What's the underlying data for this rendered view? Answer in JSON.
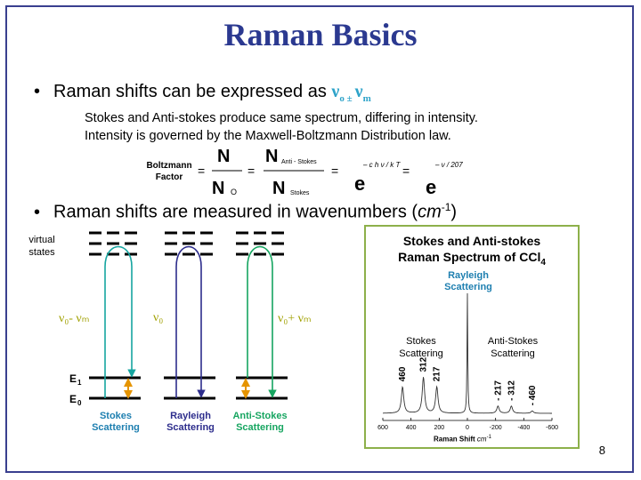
{
  "title": "Raman Basics",
  "bullet1": {
    "text": "Raman shifts can be expressed as ",
    "nu_o": "ν",
    "sub_o": "o ±",
    "nu_m": "ν",
    "sub_m": "m"
  },
  "sub_line1": "Stokes and Anti-stokes produce same spectrum, differing in intensity.",
  "sub_line2": "Intensity is governed by the Maxwell-Boltzmann Distribution law.",
  "equation": {
    "factor_line1": "Boltzmann",
    "factor_line2": "Factor",
    "n_top": "N",
    "n_bottom": "N",
    "n_bottom_sub": "O",
    "n2_top": "N",
    "n2_top_sub": "Anti - Stokes",
    "n2_bottom": "N",
    "n2_bottom_sub": "Stokes",
    "e1": "e",
    "e1_exp": "– c h ν / k T",
    "e2": "e",
    "e2_exp": "– ν / 207",
    "eq": "="
  },
  "bullet2": {
    "text": "Raman shifts are measured in wavenumbers (",
    "unit": "cm",
    "unit_exp": "-1",
    "close": ")"
  },
  "diagram": {
    "virtual_states": "virtual states",
    "e1": "E",
    "e1_sub": "1",
    "e0": "E",
    "e0_sub": "0",
    "label_stokes": "ν₀- νₘ",
    "label_rayleigh": "ν₀",
    "label_antistokes": "ν₀+ νₘ",
    "cap_stokes": [
      "Stokes",
      "Scattering"
    ],
    "cap_rayleigh": [
      "Rayleigh",
      "Scattering"
    ],
    "cap_antistokes": [
      "Anti-Stokes",
      "Scattering"
    ],
    "colors": {
      "stokes": "#16a5a0",
      "rayleigh": "#2d2d8c",
      "antistokes": "#16a560",
      "arrow": "#e59400",
      "label": "#a0a000"
    }
  },
  "spectrum": {
    "title_line1": "Stokes and Anti-stokes",
    "title_line2": "Raman Spectrum of CCl",
    "title_sub": "4",
    "rayleigh_line1": "Rayleigh",
    "rayleigh_line2": "Scattering",
    "stokes_line1": "Stokes",
    "stokes_line2": "Scattering",
    "anti_line1": "Anti-Stokes",
    "anti_line2": "Scattering",
    "peaks": [
      {
        "label": "460",
        "x": 460,
        "h": 0.22
      },
      {
        "label": "312",
        "x": 312,
        "h": 0.3
      },
      {
        "label": "217",
        "x": 217,
        "h": 0.22
      },
      {
        "label": "- 217",
        "x": -217,
        "h": 0.06
      },
      {
        "label": "- 312",
        "x": -312,
        "h": 0.06
      },
      {
        "label": "- 460",
        "x": -460,
        "h": 0.02
      }
    ],
    "x_ticks": [
      "600",
      "400",
      "200",
      "0",
      "-200",
      "-400",
      "-600"
    ],
    "x_label": "Raman Shift",
    "x_unit": "cm",
    "x_unit_exp": "-1"
  },
  "page_number": "8"
}
